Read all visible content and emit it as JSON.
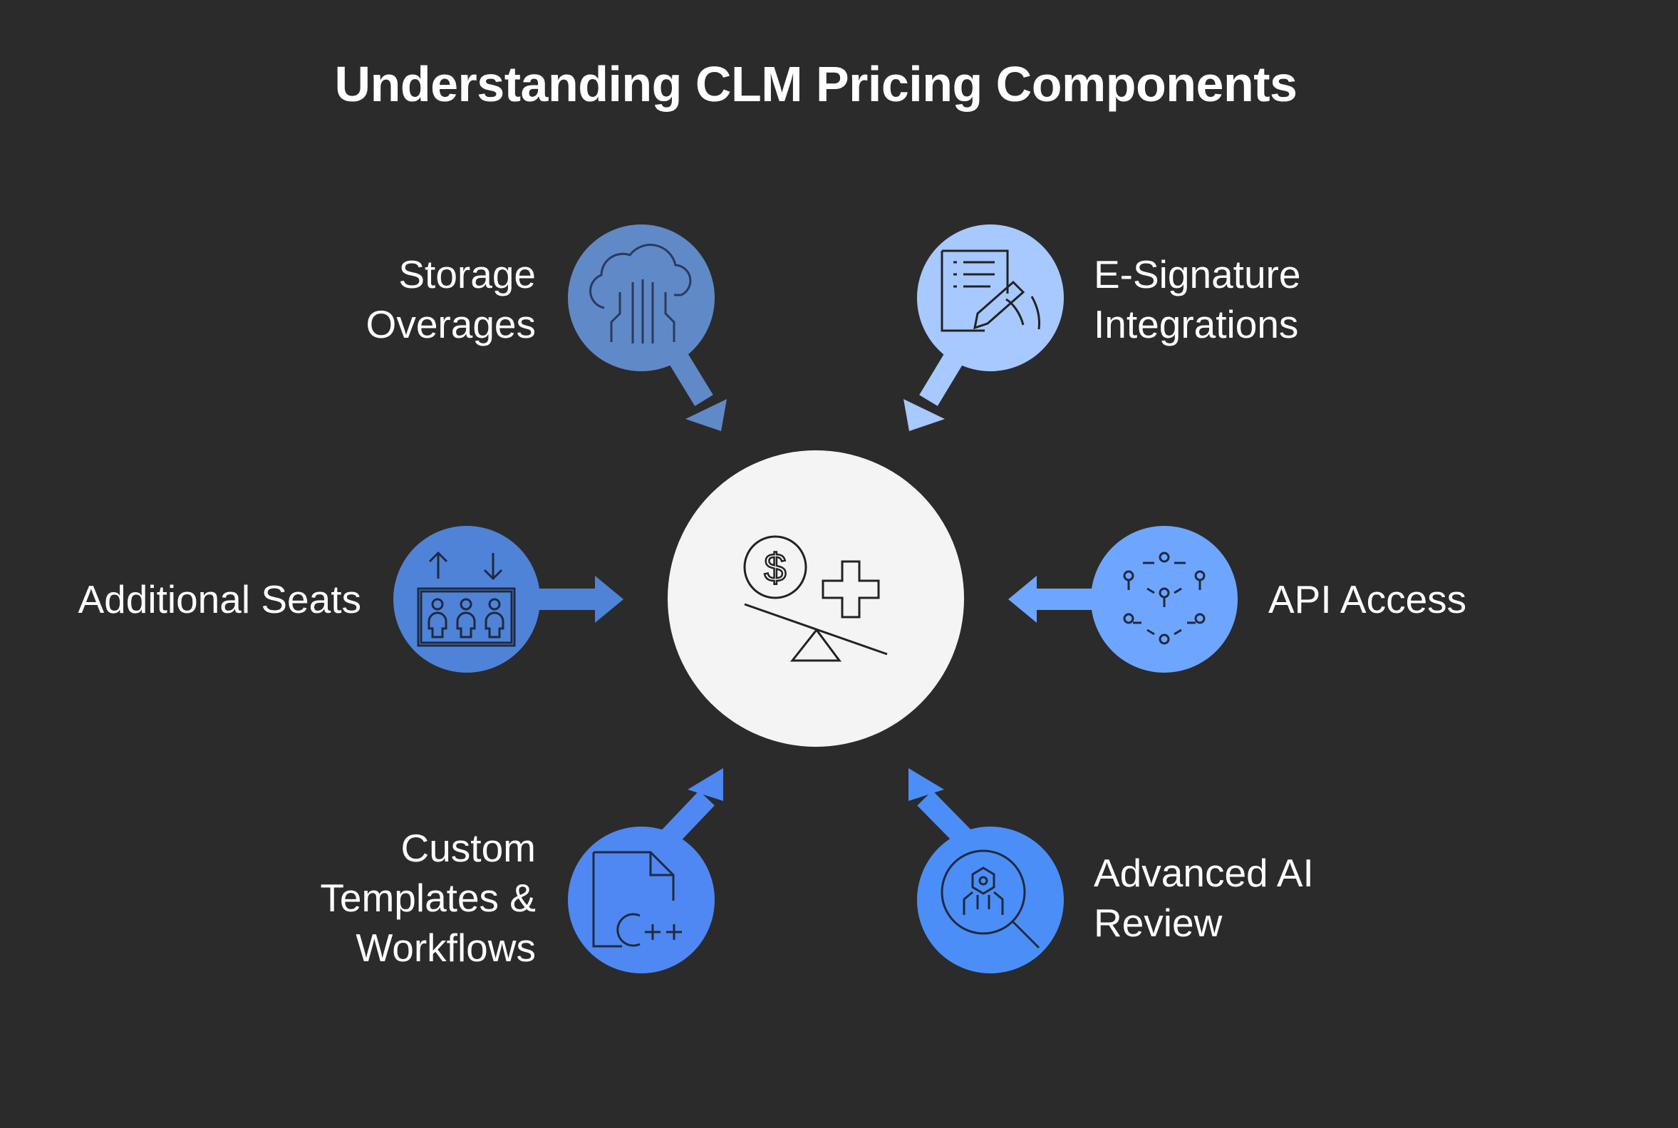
{
  "title": "Understanding CLM Pricing Components",
  "colors": {
    "background": "#2b2b2b",
    "center_fill": "#f4f4f4",
    "storage": "#6089c7",
    "esignature": "#a7c9ff",
    "seats": "#4f83d8",
    "api": "#6ea6ff",
    "templates": "#4f88f2",
    "ai_review": "#4c8ef8",
    "icon_stroke": "#1f2a3d"
  },
  "center": {
    "icon": "balance-scale-dollar-plus-icon"
  },
  "components": {
    "storage": {
      "lines": [
        "Storage",
        "Overages"
      ],
      "icon": "cloud-storage-icon"
    },
    "esignature": {
      "lines": [
        "E-Signature",
        "Integrations"
      ],
      "icon": "document-signature-icon"
    },
    "seats": {
      "lines": [
        "Additional Seats"
      ],
      "icon": "user-seats-icon"
    },
    "api": {
      "lines": [
        "API Access"
      ],
      "icon": "api-network-icon"
    },
    "templates": {
      "lines": [
        "Custom",
        "Templates &",
        "Workflows"
      ],
      "icon": "code-document-icon"
    },
    "ai_review": {
      "lines": [
        "Advanced AI",
        "Review"
      ],
      "icon": "ai-search-icon"
    }
  }
}
